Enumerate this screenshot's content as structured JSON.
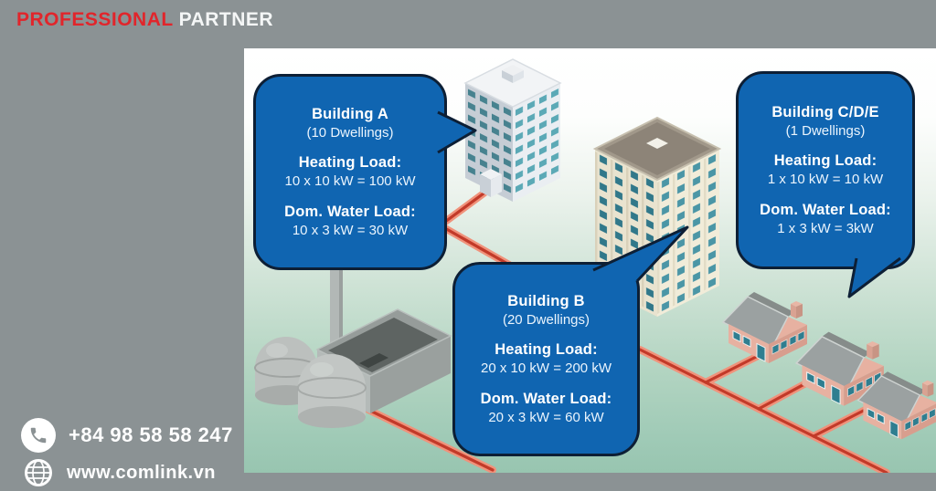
{
  "header": {
    "brand_red": "PROFESSIONAL",
    "brand_white": "PARTNER"
  },
  "contact": {
    "phone": {
      "icon": "phone-icon",
      "number": "+84 98 58 58 247"
    },
    "website": {
      "icon": "globe-icon",
      "url": "www.comlink.vn"
    }
  },
  "diagram": {
    "bubbles": [
      {
        "title": "Building A",
        "dwellings": "(10 Dwellings)",
        "heating_label": "Heating Load:",
        "heating_value": "10 x 10 kW = 100 kW",
        "water_label": "Dom. Water Load:",
        "water_value": "10 x 3 kW = 30 kW"
      },
      {
        "title": "Building B",
        "dwellings": "(20 Dwellings)",
        "heating_label": "Heating Load:",
        "heating_value": "20 x 10 kW = 200 kW",
        "water_label": "Dom. Water Load:",
        "water_value": "20 x 3 kW = 60 kW"
      },
      {
        "title": "Building C/D/E",
        "dwellings": "(1 Dwellings)",
        "heating_label": "Heating Load:",
        "heating_value": "1 x 10 kW = 10 kW",
        "water_label": "Dom. Water Load:",
        "water_value": "1 x 3 kW = 3kW"
      }
    ],
    "scene_objects": {
      "heating_plant": "district heating plant with chimney and 2 storage tanks",
      "building_a": "office tower",
      "building_b": "apartment tower",
      "houses_count": 3,
      "pipes": "red district heating pipe network"
    },
    "colors": {
      "bubble_blue": "#1065b1",
      "bubble_border": "#0d1f35",
      "brand_red": "#e1252b",
      "pipe_core": "#c23a29",
      "pipe_glow": "#f0927b",
      "frame_gray": "#8b9294",
      "mint_green": "#98c5b0"
    }
  }
}
